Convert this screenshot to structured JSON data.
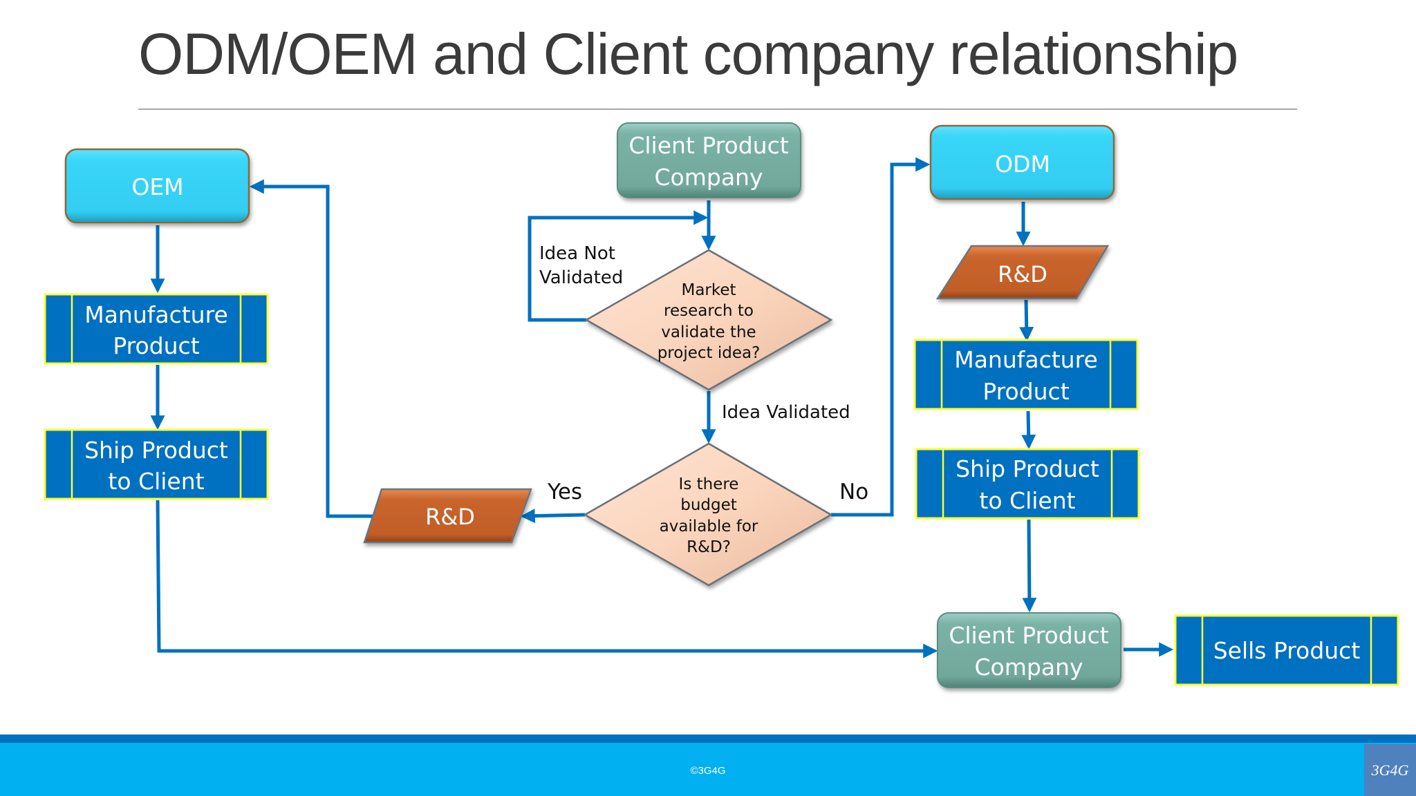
{
  "slide": {
    "title": "ODM/OEM and Client company relationship",
    "footer": "©3G4G",
    "logo": "3G4G"
  },
  "colors": {
    "arrow": "#0070c0",
    "terminal_cyan": "#38d6f8",
    "terminal_teal": "#76aea2",
    "process_blue": "#0070c0",
    "process_border": "#ffff33",
    "decision_fill": "#fbd5bd",
    "data_orange": "#c5612a",
    "footer_bar": "#00b0f0",
    "footer_stripe": "#0070c0",
    "logo_bg": "#4f81bd"
  },
  "nodes": {
    "oem": {
      "lines": [
        "OEM"
      ]
    },
    "oem_manufacture": {
      "lines": [
        "Manufacture",
        "Product"
      ]
    },
    "oem_ship": {
      "lines": [
        "Ship Product",
        "to Client"
      ]
    },
    "client_top": {
      "lines": [
        "Client Product",
        "Company"
      ]
    },
    "market_research": {
      "lines": [
        "Market",
        "research to",
        "validate the",
        "project idea?"
      ]
    },
    "budget": {
      "lines": [
        "Is there",
        "budget",
        "available for",
        "R&D?"
      ]
    },
    "rd_left": {
      "lines": [
        "R&D"
      ]
    },
    "odm": {
      "lines": [
        "ODM"
      ]
    },
    "rd_right": {
      "lines": [
        "R&D"
      ]
    },
    "odm_manufacture": {
      "lines": [
        "Manufacture",
        "Product"
      ]
    },
    "odm_ship": {
      "lines": [
        "Ship Product",
        "to Client"
      ]
    },
    "client_bottom": {
      "lines": [
        "Client Product",
        "Company"
      ]
    },
    "sells": {
      "lines": [
        "Sells Product"
      ]
    }
  },
  "edge_labels": {
    "idea_not_validated": [
      "Idea Not",
      "Validated"
    ],
    "idea_validated": "Idea Validated",
    "yes": "Yes",
    "no": "No"
  }
}
